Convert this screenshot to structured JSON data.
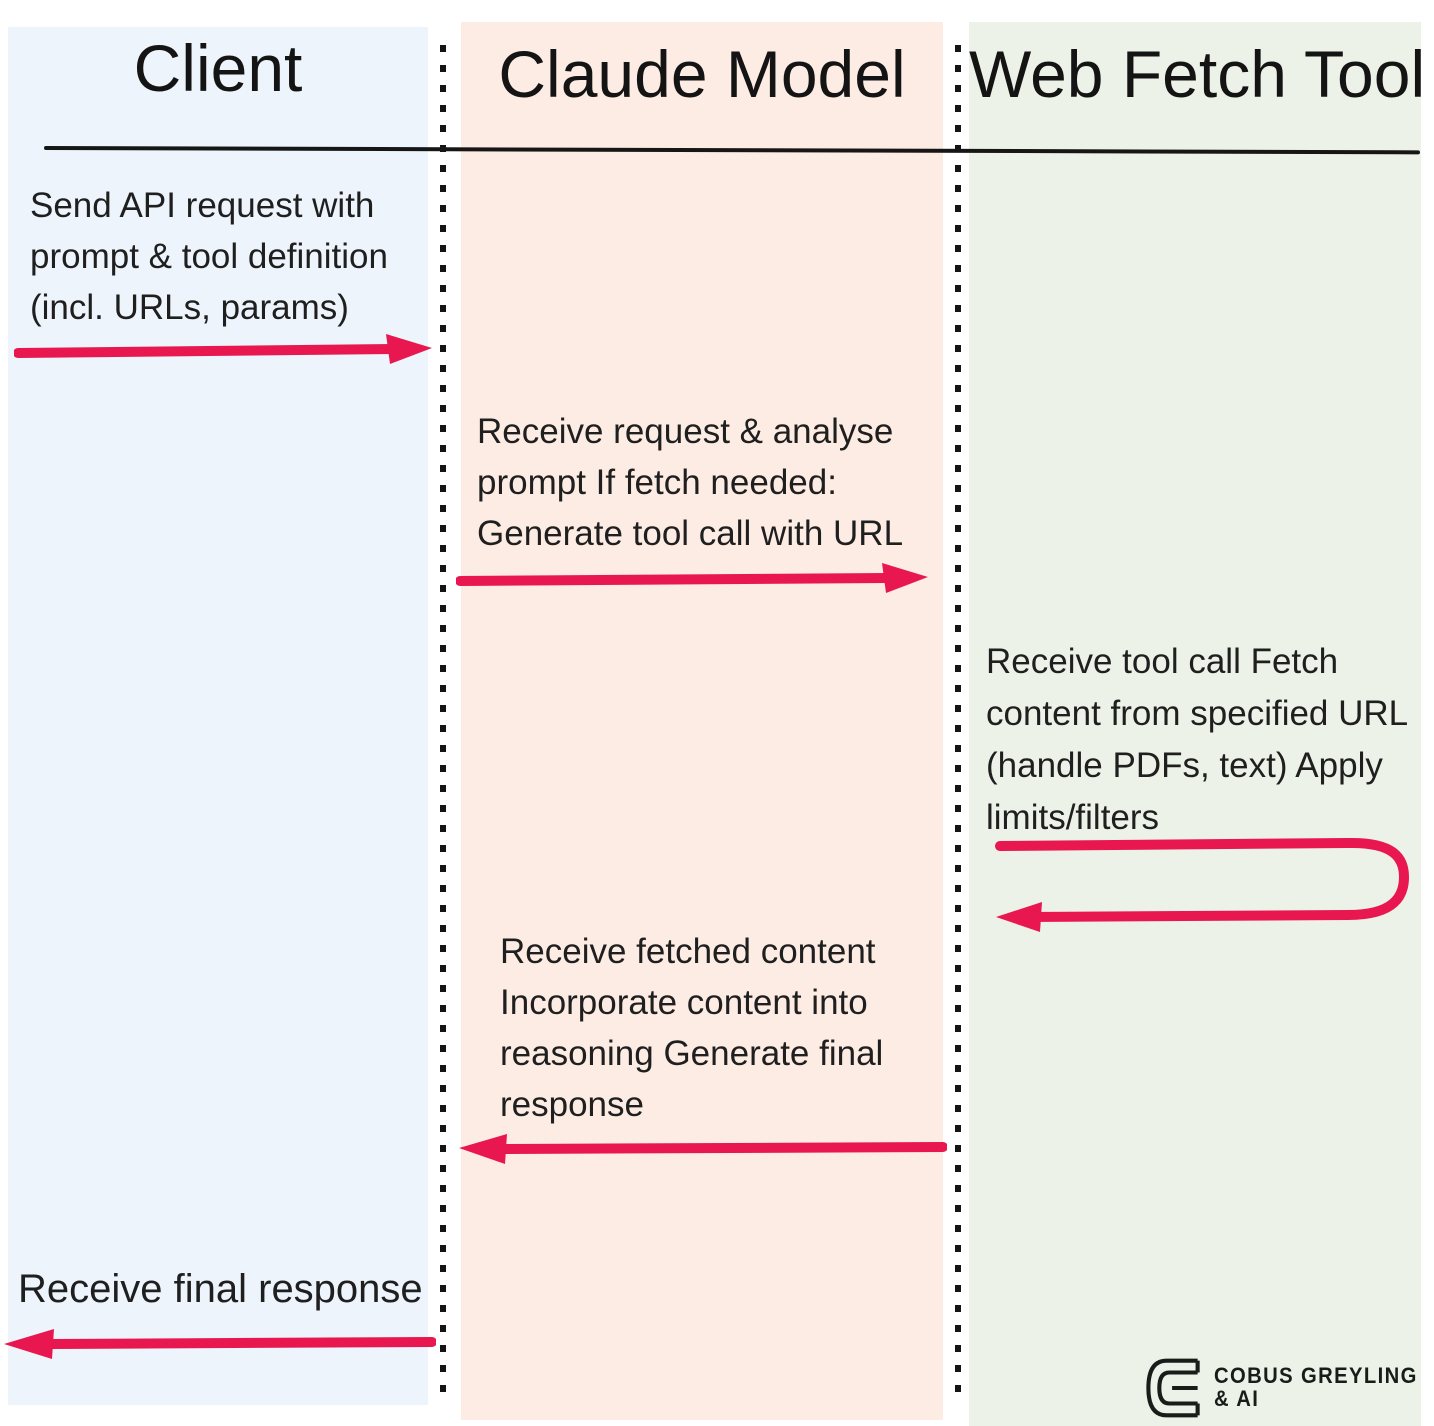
{
  "diagram_type": "sequence-diagram",
  "lanes": [
    {
      "label": "Client",
      "bg": "#edf4fb"
    },
    {
      "label": "Claude Model",
      "bg": "#fdece4"
    },
    {
      "label": "Web Fetch Tool",
      "bg": "#edf2e8"
    }
  ],
  "messages": [
    {
      "lane": "Client",
      "lines": [
        "Send API request with",
        "prompt & tool definition",
        "(incl. URLs, params)"
      ],
      "arrow": {
        "direction": "right",
        "from": "Client",
        "to": "Claude Model"
      }
    },
    {
      "lane": "Claude Model",
      "lines": [
        "Receive request & analyse",
        "prompt If fetch needed:",
        "Generate tool call with URL"
      ],
      "arrow": {
        "direction": "right",
        "from": "Claude Model",
        "to": "Web Fetch Tool"
      }
    },
    {
      "lane": "Web Fetch Tool",
      "lines": [
        "Receive tool call Fetch",
        "content from specified URL",
        "(handle PDFs, text) Apply",
        "limits/filters"
      ],
      "arrow": {
        "direction": "self-loop",
        "from": "Web Fetch Tool",
        "to": "Web Fetch Tool"
      }
    },
    {
      "lane": "Claude Model",
      "lines": [
        "Receive fetched content",
        "Incorporate content into",
        "reasoning Generate final",
        "response"
      ],
      "arrow": {
        "direction": "left",
        "from": "Claude Model",
        "to": "Client"
      }
    },
    {
      "lane": "Client",
      "lines": [
        "Receive final response"
      ],
      "arrow": {
        "direction": "left",
        "from": "Claude Model",
        "to": "Client"
      }
    }
  ],
  "colors": {
    "arrow": "#e8174f",
    "ink": "#1c1c1c",
    "rule": "#161616",
    "lane_client_bg": "#edf4fb",
    "lane_claude_bg": "#fdece4",
    "lane_fetch_bg": "#edf2e8"
  },
  "logo": {
    "line1": "COBUS GREYLING",
    "line2": "& AI"
  }
}
